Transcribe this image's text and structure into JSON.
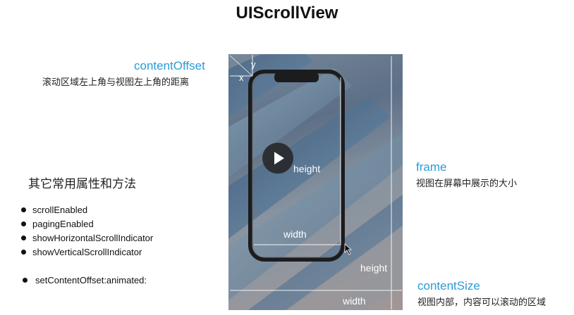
{
  "title": "UIScrollView",
  "content_offset": {
    "label": "contentOffset",
    "desc": "滚动区域左上角与视图左上角的距离"
  },
  "frame": {
    "label": "frame",
    "desc": "视图在屏幕中展示的大小"
  },
  "content_size": {
    "label": "contentSize",
    "desc": "视图内部，内容可以滚动的区域"
  },
  "other": {
    "title": "其它常用属性和方法",
    "properties": [
      "scrollEnabled",
      "pagingEnabled",
      "showHorizontalScrollIndicator",
      "showVerticalScrollIndicator"
    ],
    "method": "setContentOffset:animated:"
  },
  "diagram_labels": {
    "y": "y",
    "x": "x",
    "frame_height": "height",
    "frame_width": "width",
    "content_height": "height",
    "content_width": "width"
  },
  "colors": {
    "accent": "#2b9bd6",
    "guide_line": "#f4f4f4"
  },
  "icons": {
    "play": "play-icon",
    "cursor": "cursor-arrow-icon"
  }
}
